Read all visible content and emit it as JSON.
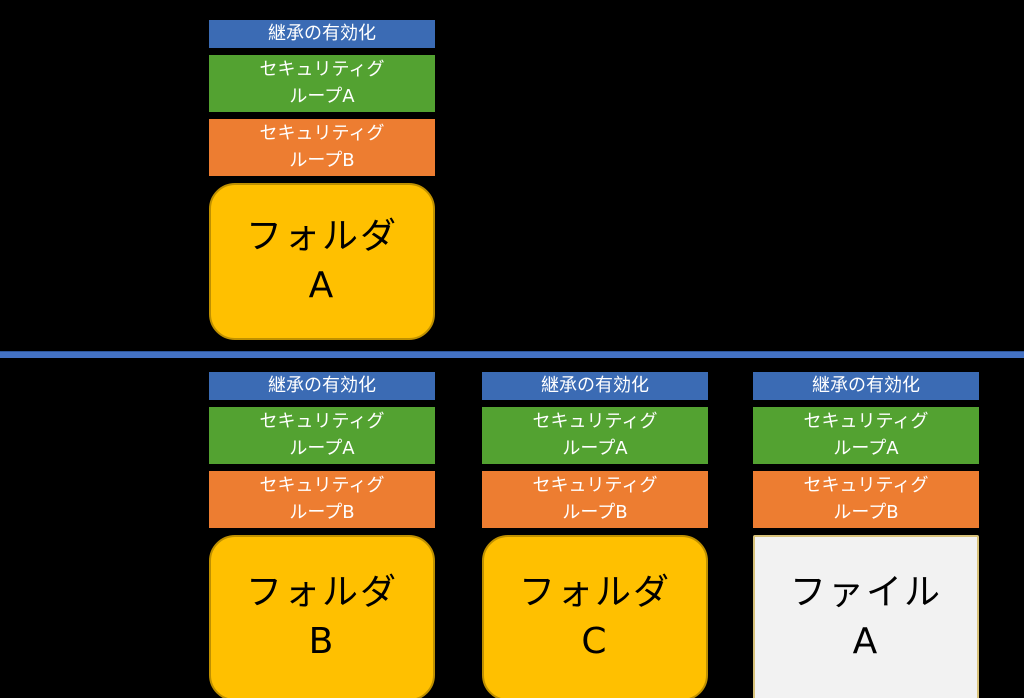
{
  "colors": {
    "background": "#000000",
    "inheritance_bar": "#3B6BB4",
    "security_group_a_bar": "#53A231",
    "security_group_b_bar": "#ED7D31",
    "folder_node_fill": "#FFC000",
    "folder_node_border": "#BF9000",
    "file_node_fill": "#F2F2F2",
    "file_node_border": "#D8C27A",
    "divider_line": "#4472C4",
    "bar_text": "#FFFFFF",
    "node_text": "#000000"
  },
  "stacks": [
    {
      "inheritance": "継承の有効化",
      "sg_a_line1": "セキュリティグ",
      "sg_a_line2": "ループA",
      "sg_b_line1": "セキュリティグ",
      "sg_b_line2": "ループB",
      "node_line1": "フォルダ",
      "node_line2": "A",
      "node_type": "folder"
    },
    {
      "inheritance": "継承の有効化",
      "sg_a_line1": "セキュリティグ",
      "sg_a_line2": "ループA",
      "sg_b_line1": "セキュリティグ",
      "sg_b_line2": "ループB",
      "node_line1": "フォルダ",
      "node_line2": "B",
      "node_type": "folder"
    },
    {
      "inheritance": "継承の有効化",
      "sg_a_line1": "セキュリティグ",
      "sg_a_line2": "ループA",
      "sg_b_line1": "セキュリティグ",
      "sg_b_line2": "ループB",
      "node_line1": "フォルダ",
      "node_line2": "C",
      "node_type": "folder"
    },
    {
      "inheritance": "継承の有効化",
      "sg_a_line1": "セキュリティグ",
      "sg_a_line2": "ループA",
      "sg_b_line1": "セキュリティグ",
      "sg_b_line2": "ループB",
      "node_line1": "ファイル",
      "node_line2": "A",
      "node_type": "file"
    }
  ]
}
